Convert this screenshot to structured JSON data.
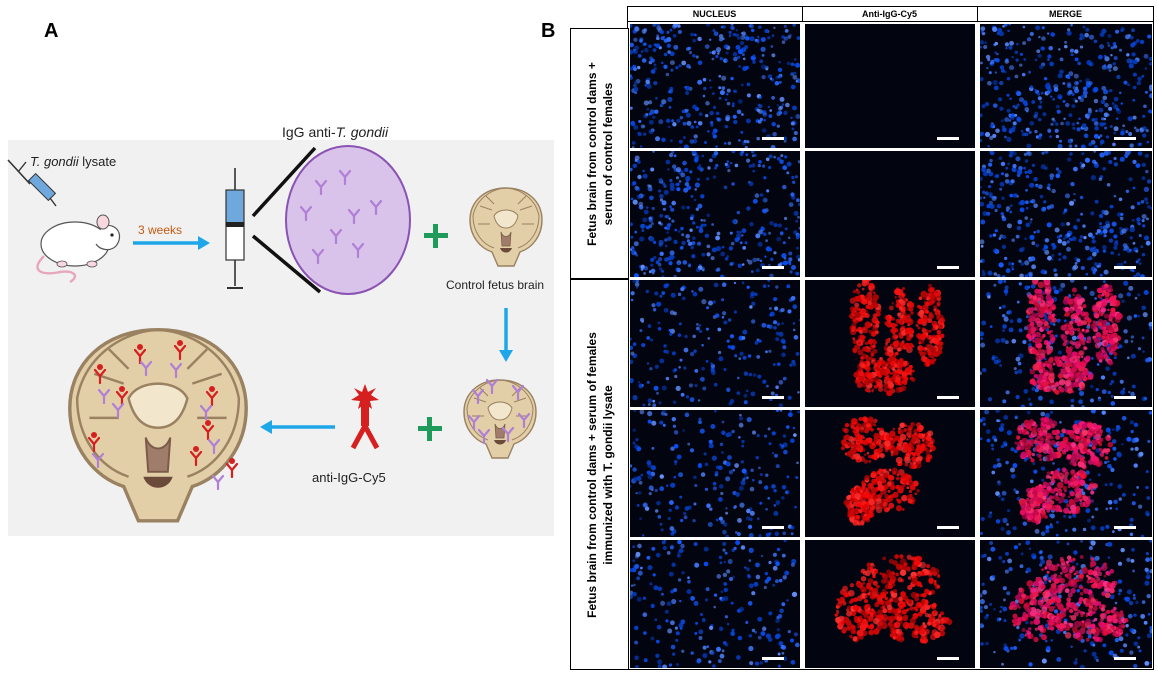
{
  "panel_a": {
    "label": "A",
    "lysate_prefix": "T. gondii",
    "lysate_suffix": " lysate",
    "weeks": "3 weeks",
    "igg_prefix": "IgG anti-",
    "igg_italic": "T. gondii",
    "control_fetus_brain": "Control fetus brain",
    "secondary_antibody": "anti-IgG-Cy5",
    "colors": {
      "arrow": "#1ea7e8",
      "plus": "#1e9a5a",
      "antibody_red": "#d61f1f",
      "antibody_purple": "#b07fd6",
      "circle_fill": "#d9c3ea",
      "circle_stroke": "#8a52b3"
    }
  },
  "panel_b": {
    "label": "B",
    "columns": [
      "NUCLEUS",
      "Anti-IgG-Cy5",
      "MERGE"
    ],
    "row_groups": [
      {
        "line1": "Fetus brain from control dams +",
        "line2": "serum of control females"
      },
      {
        "line1": "Fetus brain from control dams +  serum  of females",
        "line2": "immunized with T. gondii lysate"
      }
    ]
  }
}
